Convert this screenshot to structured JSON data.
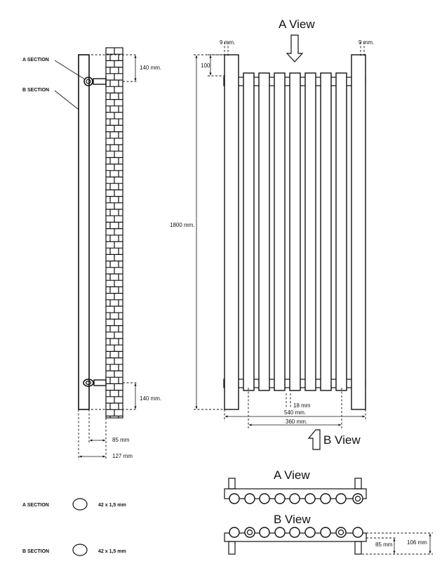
{
  "side_view": {
    "a_section_label": "A SECTION",
    "b_section_label": "B SECTION",
    "top_offset": "140 mm.",
    "bottom_offset": "140 mm.",
    "depth_85": "85 mm",
    "depth_127": "127 mm"
  },
  "front_view": {
    "title_a": "A View",
    "title_b": "B View",
    "side_gap_left": "9 mm.",
    "side_gap_right": "9 mm.",
    "collector_height": "100",
    "total_height": "1800  mm.",
    "tube_gap": "18 mm",
    "total_width": "540 mm.",
    "axis_distance": "360 mm."
  },
  "legend": {
    "a_label": "A SECTION",
    "a_size": "42 x 1,5 mm",
    "b_label": "B SECTION",
    "b_size": "42 x 1,5 mm"
  },
  "a_view_bottom": {
    "title": "A View"
  },
  "b_view_bottom": {
    "title": "B View",
    "dim_85": "85 mm",
    "dim_106": "106 mm"
  },
  "colors": {
    "line": "#111111",
    "background": "#ffffff"
  }
}
